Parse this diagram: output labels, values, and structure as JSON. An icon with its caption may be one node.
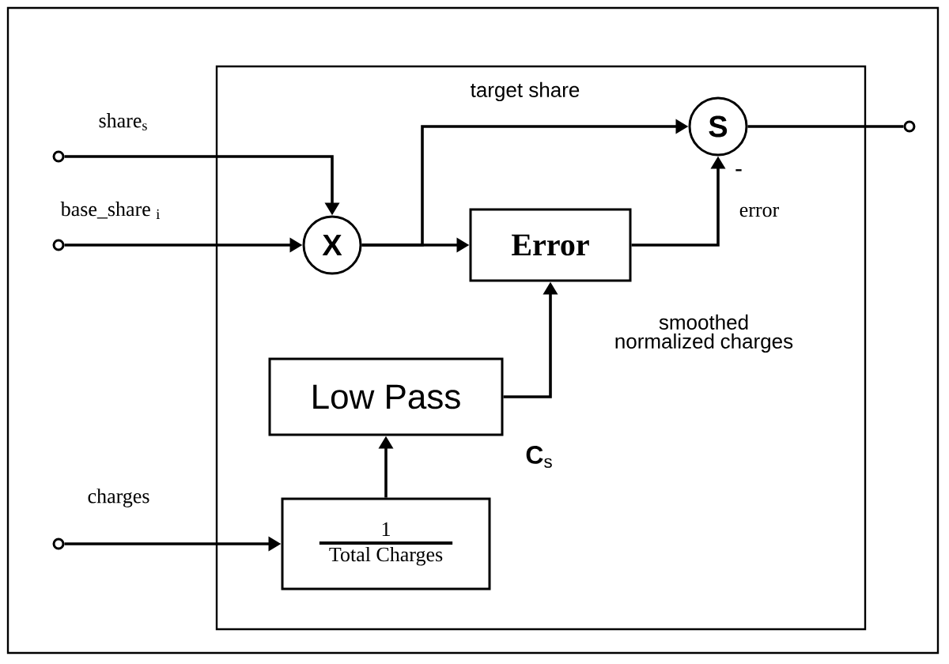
{
  "diagram": {
    "nodes": [
      {
        "text": [],
        "shape": "circle",
        "beside": [
          "share$_{s}$"
        ]
      },
      {
        "text": [],
        "shape": "circle",
        "beside": [
          "base_share $_{i}$"
        ]
      },
      {
        "text": [
          "X"
        ]
      },
      {
        "text": [
          "S"
        ]
      },
      {
        "text": [
          "Error"
        ]
      },
      {
        "text": [
          "Low Pass"
        ]
      },
      {
        "text": [
          "1",
          "Total Charges"
        ]
      },
      {
        "text": [],
        "shape": "circle",
        "beside": [
          "charges"
        ]
      },
      {
        "text": [],
        "shape": "circle"
      }
    ],
    "edges": [
      {
        "from": 0,
        "to": 2,
        "arrow": "to"
      },
      {
        "from": 1,
        "to": 2,
        "arrow": "to"
      },
      {
        "from": 2,
        "to": 4,
        "arrow": "to"
      },
      {
        "from": 2,
        "to": 3,
        "arrow": "to",
        "label": "target share"
      },
      {
        "from": 4,
        "to": 3,
        "arrow": "to",
        "label": "error"
      },
      {
        "from": 5,
        "to": 4,
        "arrow": "to"
      },
      {
        "from": 6,
        "to": 5,
        "arrow": "to"
      },
      {
        "from": 7,
        "to": 6,
        "arrow": "to"
      },
      {
        "from": 3,
        "to": 8,
        "arrow": "none"
      }
    ],
    "labels": [
      "-",
      "smoothed normalized charges",
      "**C**$_{s}$"
    ]
  }
}
